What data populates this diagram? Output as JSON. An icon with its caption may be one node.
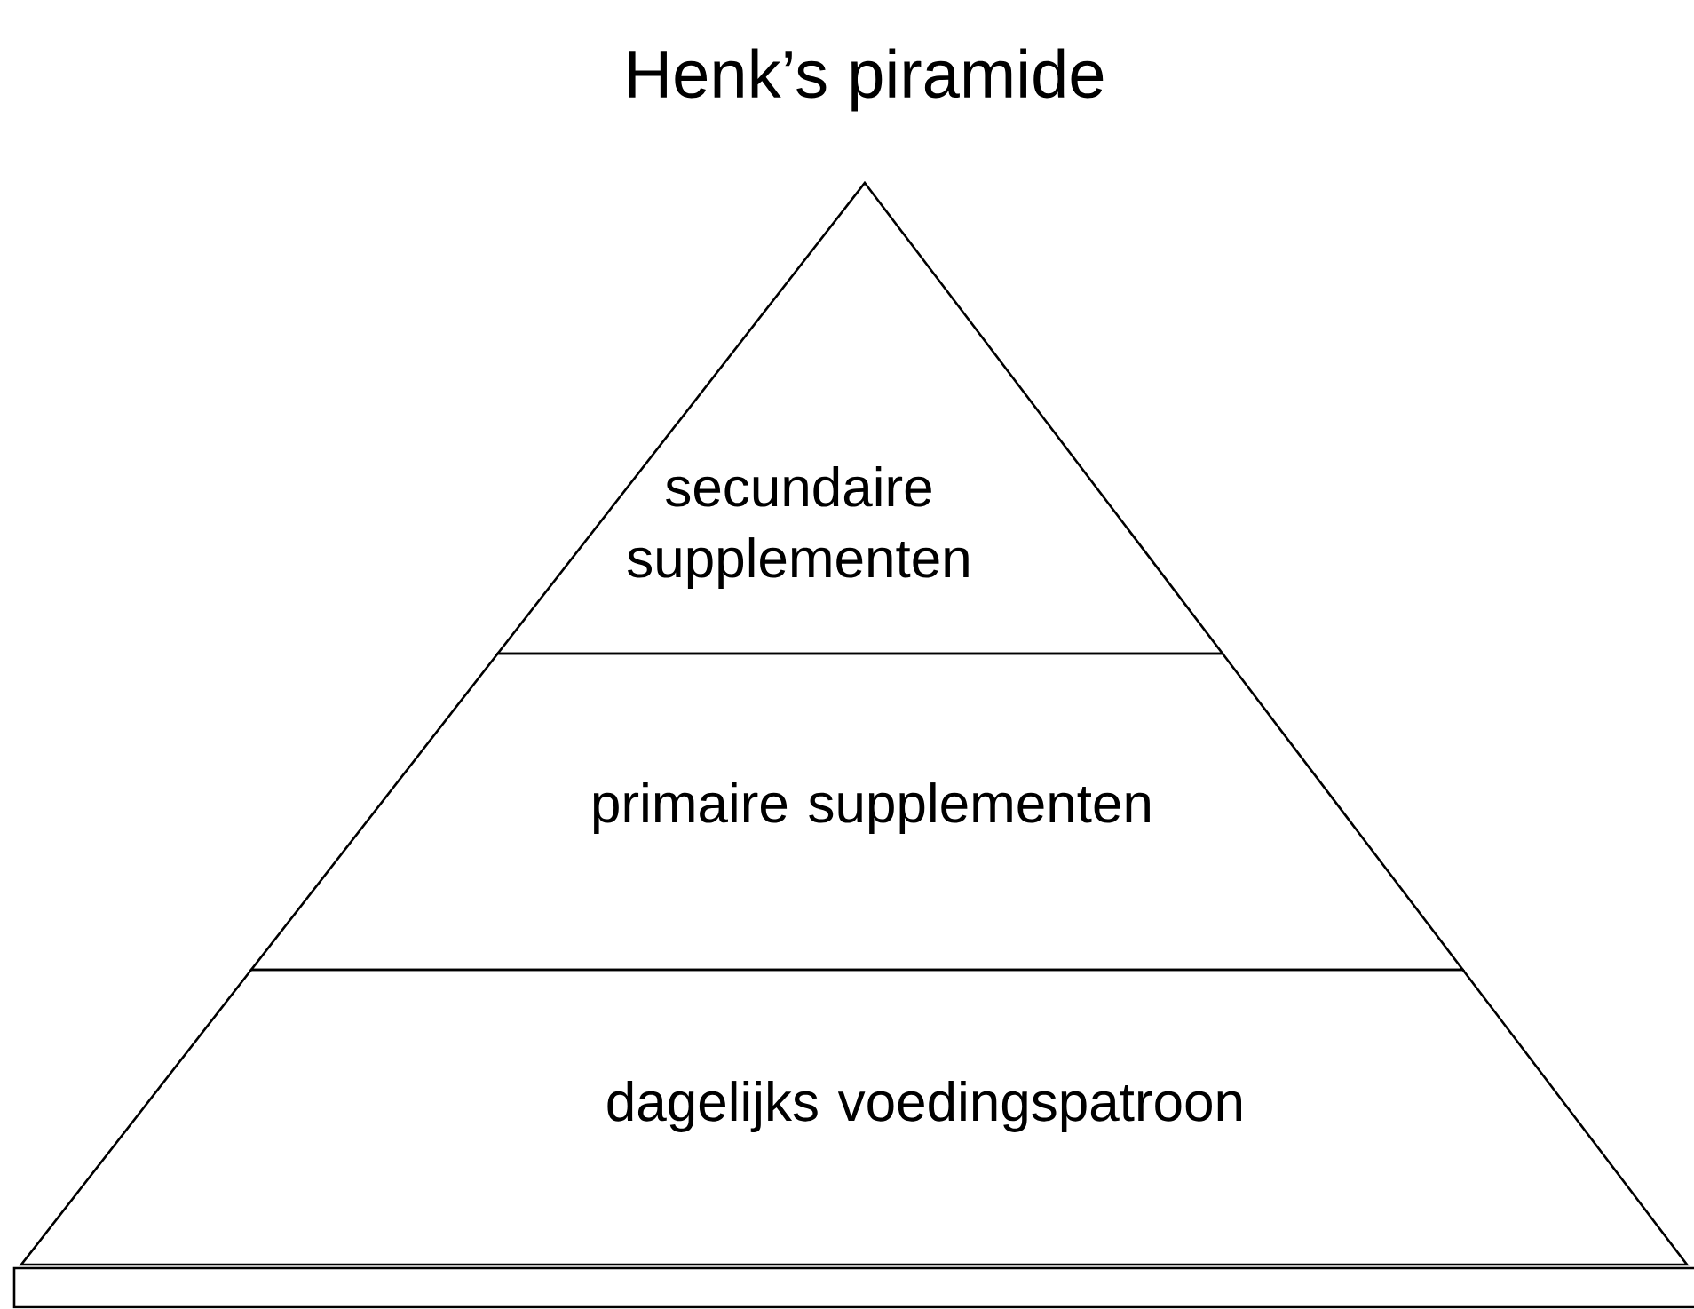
{
  "diagram": {
    "title": "Henk’s piramide",
    "nodes": [
      {
        "text": [
          "secundaire supplementen"
        ]
      },
      {
        "text": [
          "primaire supplementen"
        ]
      },
      {
        "text": [
          "dagelijks voedingspatroon"
        ]
      }
    ]
  }
}
